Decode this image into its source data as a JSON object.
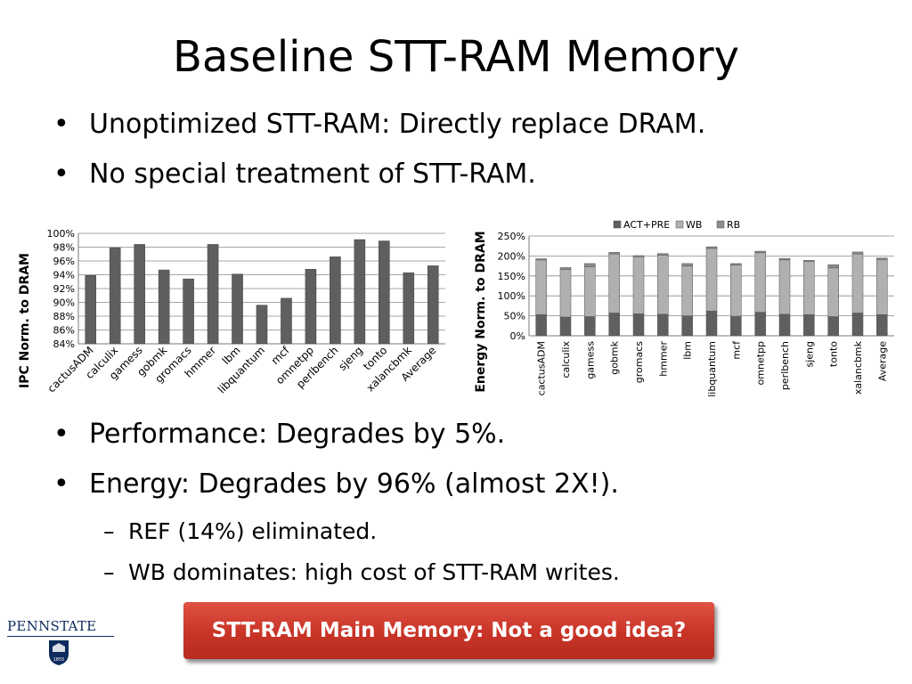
{
  "slide": {
    "title": "Baseline STT-RAM Memory",
    "bullets_top": [
      "Unoptimized STT-RAM: Directly replace DRAM.",
      "No special treatment of STT-RAM."
    ],
    "bullets_bottom": [
      "Performance: Degrades by 5%.",
      "Energy: Degrades by 96% (almost 2X!)."
    ],
    "sub_bullets": [
      "REF (14%) eliminated.",
      "WB dominates: high cost of STT-RAM writes."
    ],
    "callout": "STT-RAM Main Memory: Not a good idea?",
    "logo_text": "PENNSTATE",
    "logo_year": "1855"
  },
  "colors": {
    "bar_dark": "#5f5f5f",
    "bar_light": "#b0b0b0",
    "bar_mid": "#8c8c8c",
    "callout_red": "#c83427",
    "pennstate_blue": "#0c2a5c"
  },
  "chart_data": [
    {
      "type": "bar",
      "ylabel": "IPC Norm. to DRAM",
      "xlabel": "",
      "title": "",
      "ylim": [
        0.84,
        1.0
      ],
      "yticks": [
        "84%",
        "86%",
        "88%",
        "90%",
        "92%",
        "94%",
        "96%",
        "98%",
        "100%"
      ],
      "categories": [
        "cactusADM",
        "calculix",
        "gamess",
        "gobmk",
        "gromacs",
        "hmmer",
        "lbm",
        "libquantum",
        "mcf",
        "omnetpp",
        "perlbench",
        "sjeng",
        "tonto",
        "xalancbmk",
        "Average"
      ],
      "values": [
        0.939,
        0.979,
        0.984,
        0.947,
        0.934,
        0.984,
        0.941,
        0.896,
        0.906,
        0.948,
        0.966,
        0.991,
        0.989,
        0.943,
        0.953
      ],
      "grid": true,
      "legend": "none"
    },
    {
      "type": "bar",
      "stacked": true,
      "ylabel": "Energy Norm. to DRAM",
      "xlabel": "",
      "title": "",
      "ylim": [
        0,
        2.5
      ],
      "yticks": [
        "0%",
        "50%",
        "100%",
        "150%",
        "200%",
        "250%"
      ],
      "categories": [
        "cactusADM",
        "calculix",
        "gamess",
        "gobmk",
        "gromacs",
        "hmmer",
        "lbm",
        "libquantum",
        "mcf",
        "omnetpp",
        "perlbench",
        "sjeng",
        "tonto",
        "xalancbmk",
        "Average"
      ],
      "series": [
        {
          "name": "ACT+PRE",
          "values": [
            0.53,
            0.47,
            0.48,
            0.57,
            0.55,
            0.54,
            0.5,
            0.62,
            0.49,
            0.59,
            0.54,
            0.53,
            0.48,
            0.57,
            0.53
          ]
        },
        {
          "name": "WB",
          "values": [
            1.37,
            1.19,
            1.25,
            1.48,
            1.43,
            1.48,
            1.25,
            1.57,
            1.28,
            1.49,
            1.36,
            1.33,
            1.22,
            1.48,
            1.38
          ]
        },
        {
          "name": "RB",
          "values": [
            0.03,
            0.05,
            0.08,
            0.04,
            0.03,
            0.04,
            0.06,
            0.04,
            0.04,
            0.04,
            0.04,
            0.03,
            0.08,
            0.05,
            0.04
          ]
        }
      ],
      "grid": true,
      "legend": "top-right"
    }
  ]
}
